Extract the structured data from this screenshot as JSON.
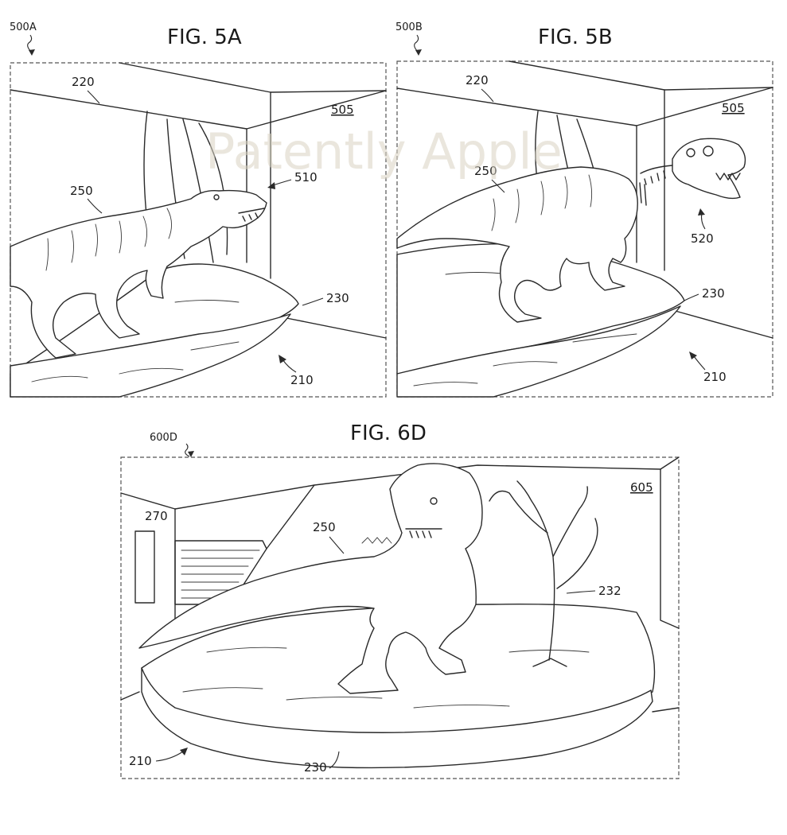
{
  "watermark": "Patently Apple",
  "figures": [
    {
      "title": "FIG. 5A",
      "id": "500A",
      "labels": {
        "wall_top": "220",
        "wall_side": "505",
        "creature": "250",
        "head": "510",
        "platform": "230",
        "floor": "210"
      }
    },
    {
      "title": "FIG. 5B",
      "id": "500B",
      "labels": {
        "wall_top": "220",
        "wall_side": "505",
        "creature": "250",
        "skeleton": "520",
        "platform": "230",
        "floor": "210"
      }
    },
    {
      "title": "FIG. 6D",
      "id": "600D",
      "labels": {
        "door": "270",
        "creature": "250",
        "wall_side": "605",
        "tree": "232",
        "floor": "210",
        "platform": "230"
      }
    }
  ]
}
